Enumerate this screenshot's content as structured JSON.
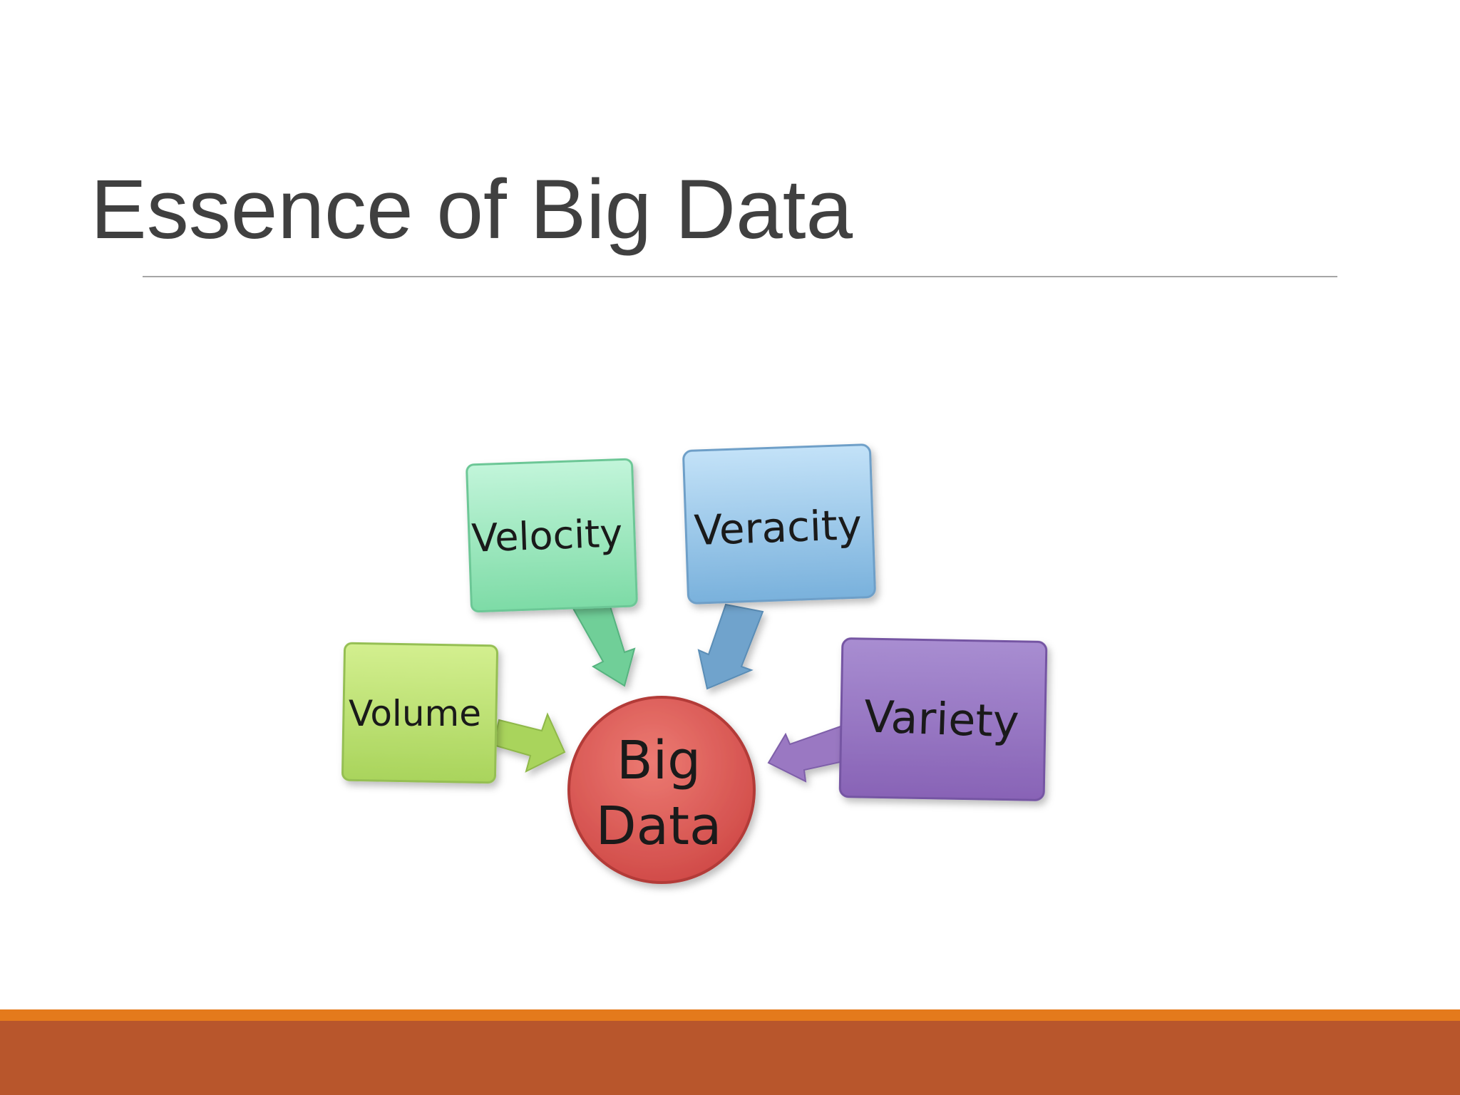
{
  "slide": {
    "title": "Essence of Big Data"
  },
  "diagram": {
    "center": {
      "line1": "Big",
      "line2": "Data",
      "color": "#d9534f"
    },
    "nodes": [
      {
        "id": "volume",
        "label": "Volume",
        "color": "#b5de6e"
      },
      {
        "id": "velocity",
        "label": "Velocity",
        "color": "#8ee6b4"
      },
      {
        "id": "veracity",
        "label": "Veracity",
        "color": "#8dc4ec"
      },
      {
        "id": "variety",
        "label": "Variety",
        "color": "#9a78c2"
      }
    ]
  },
  "theme": {
    "footer_accent": "#e47a1c",
    "footer_band": "#b8562c"
  }
}
